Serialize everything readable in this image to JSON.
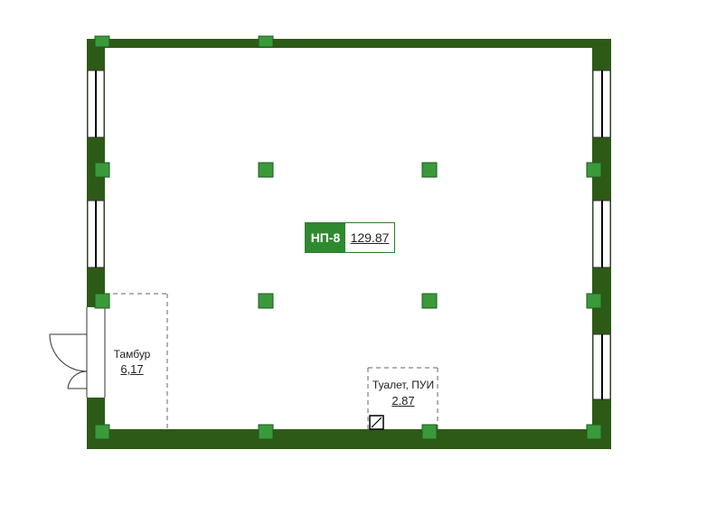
{
  "unit": {
    "code": "НП-8",
    "area": "129.87"
  },
  "rooms": [
    {
      "name": "Тамбур",
      "area": "6,17"
    },
    {
      "name": "Туалет, ПУИ",
      "area": "2.87"
    }
  ],
  "colors": {
    "wall": "#2d5a16",
    "column": "#3a9a3a",
    "column_border": "#1f5a1f",
    "badge": "#2f8a2f"
  }
}
